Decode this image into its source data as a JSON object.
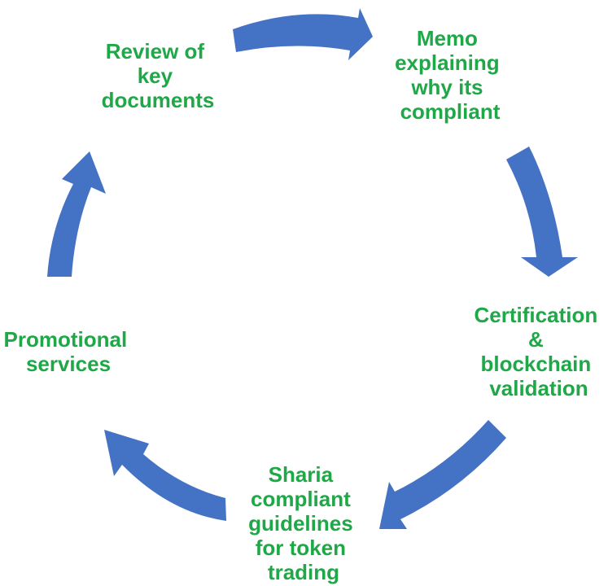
{
  "colors": {
    "arrow": "#4472C4",
    "label": "#1FA847",
    "background": "#FFFFFF"
  },
  "steps": [
    {
      "label_lines": [
        "Review of",
        "key",
        "documents"
      ]
    },
    {
      "label_lines": [
        "Memo",
        "explaining",
        "why its",
        "compliant"
      ]
    },
    {
      "label_lines": [
        "Certification",
        "&",
        "blockchain",
        "validation"
      ]
    },
    {
      "label_lines": [
        "Sharia",
        "compliant",
        "guidelines",
        "for token",
        "trading"
      ]
    },
    {
      "label_lines": [
        "Promotional",
        "services"
      ]
    }
  ]
}
